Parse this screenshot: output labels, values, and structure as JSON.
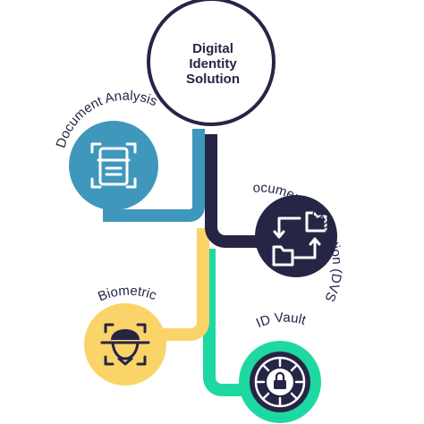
{
  "center": {
    "title_lines": [
      "Digital",
      "Identity",
      "Solution"
    ]
  },
  "nodes": {
    "document_analysis": {
      "label": "Document Analysis",
      "icon": "document-scanner-icon",
      "color": "#4097BC"
    },
    "document_verification": {
      "label": "Document Verification (DVS)",
      "icon": "folder-sync-icon",
      "color": "#262545"
    },
    "biometric": {
      "label": "Biometric",
      "icon": "face-scan-icon",
      "color": "#FBD469"
    },
    "id_vault": {
      "label": "ID Vault",
      "icon": "vault-lock-icon",
      "color": "#1ED8A2"
    }
  },
  "colors": {
    "dark": "#262545",
    "blue": "#4097BC",
    "yellow": "#FBD469",
    "green": "#1ED8A2",
    "white": "#FFFFFF"
  }
}
